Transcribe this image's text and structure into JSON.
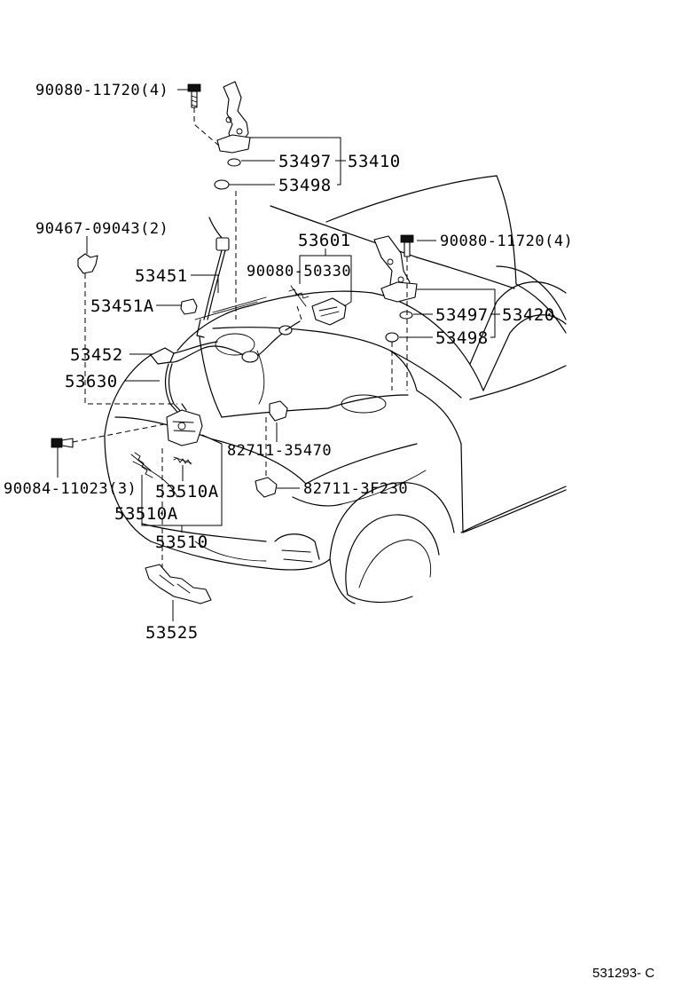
{
  "labels": {
    "p_90080_11720_a": "90080-11720(4)",
    "p_53497_a": "53497",
    "p_53410": "53410",
    "p_53498_a": "53498",
    "p_90467_09043": "90467-09043(2)",
    "p_53601": "53601",
    "p_90080_11720_b": "90080-11720(4)",
    "p_90080_50330": "90080-50330",
    "p_53451": "53451",
    "p_53451A": "53451A",
    "p_53497_b": "53497",
    "p_53420": "53420",
    "p_53498_b": "53498",
    "p_53452": "53452",
    "p_53630": "53630",
    "p_82711_35470": "82711-35470",
    "p_90084_11023": "90084-11023(3)",
    "p_53510A_a": "53510A",
    "p_82711_3F230": "82711-3F230",
    "p_53510A_b": "53510A",
    "p_53510": "53510",
    "p_53525": "53525"
  },
  "figure_ref": "531293- C"
}
